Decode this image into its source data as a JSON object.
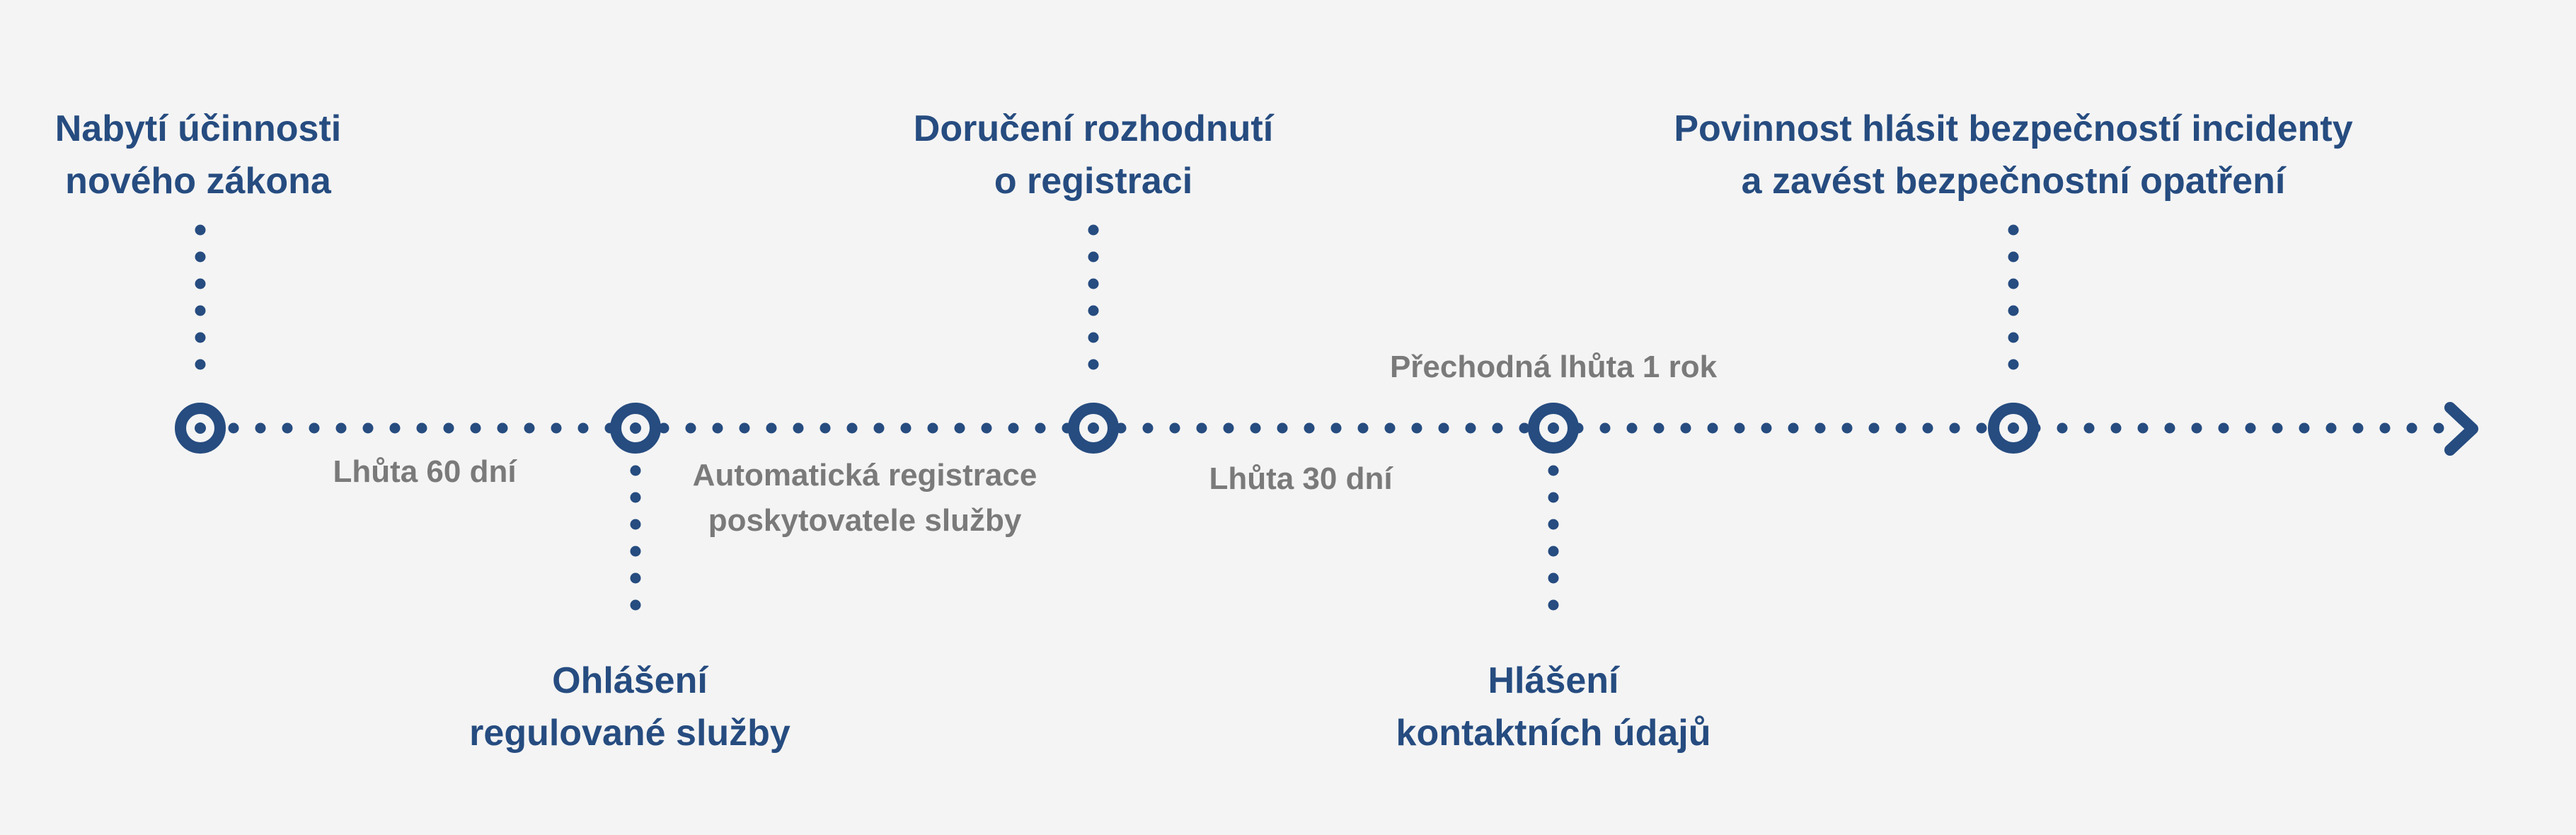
{
  "colors": {
    "background": "#f4f4f4",
    "timeline": "#264c80",
    "event_text": "#264c80",
    "period_text": "#7a7a7a"
  },
  "icons": {
    "milestone": "milestone-ring-icon",
    "arrow": "arrow-right-icon"
  },
  "events": [
    {
      "id": "ucinnost",
      "side": "above",
      "lines": [
        "Nabytí účinnosti",
        "nového zákona"
      ]
    },
    {
      "id": "ohlaseni",
      "side": "below",
      "lines": [
        "Ohlášení",
        "regulované služby"
      ]
    },
    {
      "id": "doruceni",
      "side": "above",
      "lines": [
        "Doručení rozhodnutí",
        "o registraci"
      ]
    },
    {
      "id": "hlaseni",
      "side": "below",
      "lines": [
        "Hlášení",
        "kontaktních údajů"
      ]
    },
    {
      "id": "povinnost",
      "side": "above",
      "lines": [
        "Povinnost hlásit bezpečností incidenty",
        "a zavést bezpečnostní opatření"
      ]
    }
  ],
  "periods": [
    {
      "id": "lhuta60",
      "side": "below",
      "lines": [
        "Lhůta 60 dní"
      ]
    },
    {
      "id": "autoreg",
      "side": "below",
      "lines": [
        "Automatická registrace",
        "poskytovatele služby"
      ]
    },
    {
      "id": "lhuta30",
      "side": "below",
      "lines": [
        "Lhůta 30 dní"
      ]
    },
    {
      "id": "prechodna",
      "side": "above",
      "lines": [
        "Přechodná lhůta 1 rok"
      ]
    }
  ]
}
